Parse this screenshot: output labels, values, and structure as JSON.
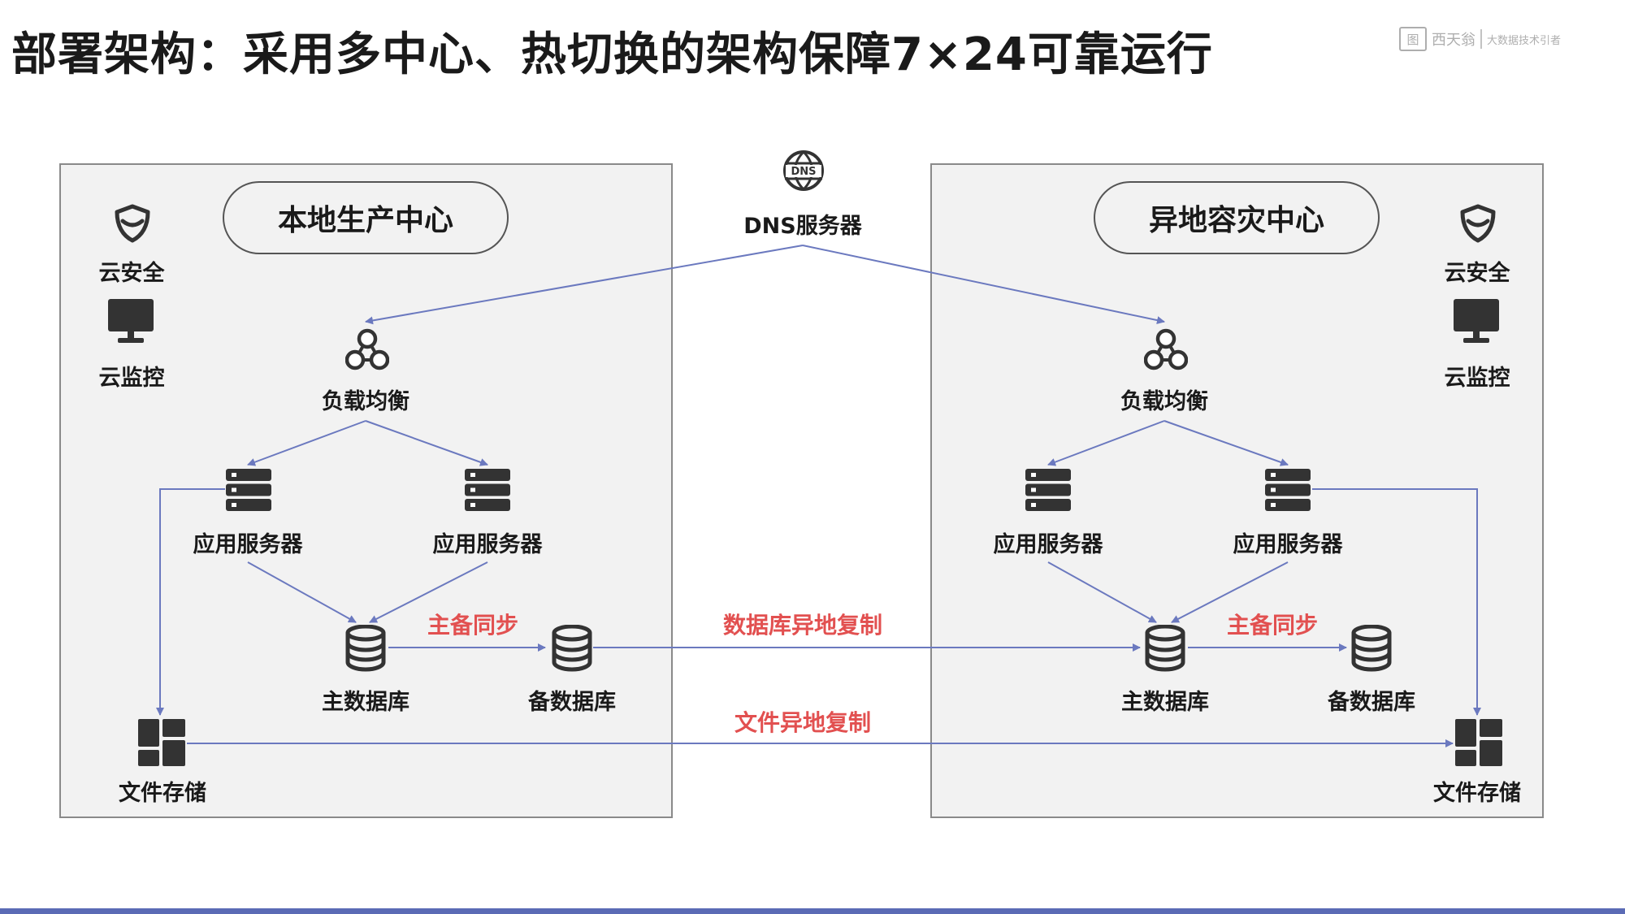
{
  "title": "部署架构：采用多中心、热切换的架构保障7×24可靠运行",
  "logo": {
    "mark": "图",
    "name": "西天翁",
    "tagline": "大数据技术引者"
  },
  "colors": {
    "arrow": "#6b79bf",
    "icon": "#333333",
    "flow_label": "#e25050"
  },
  "dns": {
    "icon_text": "DNS",
    "label": "DNS服务器"
  },
  "local_center": {
    "title": "本地生产中心",
    "security": "云安全",
    "monitor": "云监控",
    "load_balancer": "负载均衡",
    "app_server_1": "应用服务器",
    "app_server_2": "应用服务器",
    "sync_label": "主备同步",
    "primary_db": "主数据库",
    "standby_db": "备数据库",
    "file_storage": "文件存储"
  },
  "remote_center": {
    "title": "异地容灾中心",
    "security": "云安全",
    "monitor": "云监控",
    "load_balancer": "负载均衡",
    "app_server_1": "应用服务器",
    "app_server_2": "应用服务器",
    "sync_label": "主备同步",
    "primary_db": "主数据库",
    "standby_db": "备数据库",
    "file_storage": "文件存储"
  },
  "db_replication_label": "数据库异地复制",
  "file_replication_label": "文件异地复制"
}
